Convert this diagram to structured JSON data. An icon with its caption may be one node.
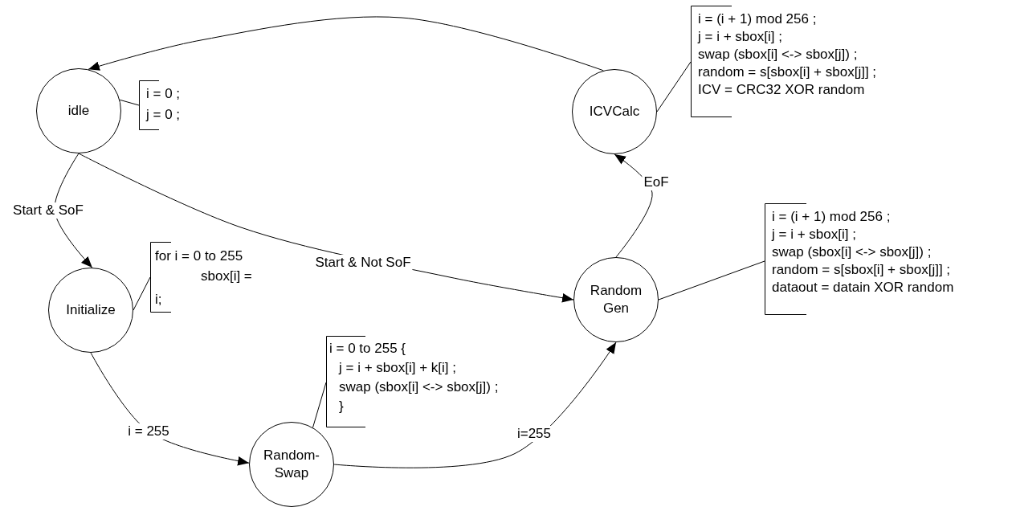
{
  "diagram": {
    "nodes": [
      {
        "text": [
          "idle"
        ]
      },
      {
        "text": [
          "i = 0 ;",
          "j = 0 ;"
        ]
      },
      {
        "text": [
          "ICVCalc"
        ]
      },
      {
        "text": [
          "i = (i + 1) mod 256 ;",
          "j = i + sbox[i] ;",
          "swap (sbox[i] <-> sbox[j])  ;",
          "random = s[sbox[i] + sbox[j]] ;",
          "ICV = CRC32 XOR random"
        ]
      },
      {
        "text": [
          "Initialize"
        ]
      },
      {
        "text": [
          "for i = 0 to 255",
          "sbox[i] =",
          "i;"
        ]
      },
      {
        "text": [
          "Random Gen"
        ]
      },
      {
        "text": [
          "i = (i + 1) mod 256 ;",
          "j = i + sbox[i] ;",
          "swap (sbox[i] <-> sbox[j])  ;",
          "random = s[sbox[i] + sbox[j]] ;",
          "dataout = datain XOR random"
        ]
      },
      {
        "text": [
          "Random-Swap"
        ]
      },
      {
        "text": [
          "i = 0 to 255 {",
          "j = i + sbox[i] + k[i] ;",
          "swap (sbox[i] <-> sbox[j]) ;",
          "}"
        ]
      }
    ],
    "edges": [
      {
        "from": 2,
        "to": 0,
        "arrow": "to"
      },
      {
        "from": 0,
        "to": 4,
        "arrow": "to",
        "label": "Start & SoF"
      },
      {
        "from": 0,
        "to": 6,
        "arrow": "to",
        "label": "Start & Not SoF"
      },
      {
        "from": 4,
        "to": 8,
        "arrow": "to",
        "label": "i = 255"
      },
      {
        "from": 8,
        "to": 6,
        "arrow": "to",
        "label": "i=255"
      },
      {
        "from": 6,
        "to": 2,
        "arrow": "to",
        "label": "EoF"
      },
      {
        "from": 0,
        "to": 1,
        "arrow": "none"
      },
      {
        "from": 2,
        "to": 3,
        "arrow": "none"
      },
      {
        "from": 4,
        "to": 5,
        "arrow": "none"
      },
      {
        "from": 8,
        "to": 9,
        "arrow": "none"
      },
      {
        "from": 6,
        "to": 7,
        "arrow": "none"
      }
    ]
  }
}
